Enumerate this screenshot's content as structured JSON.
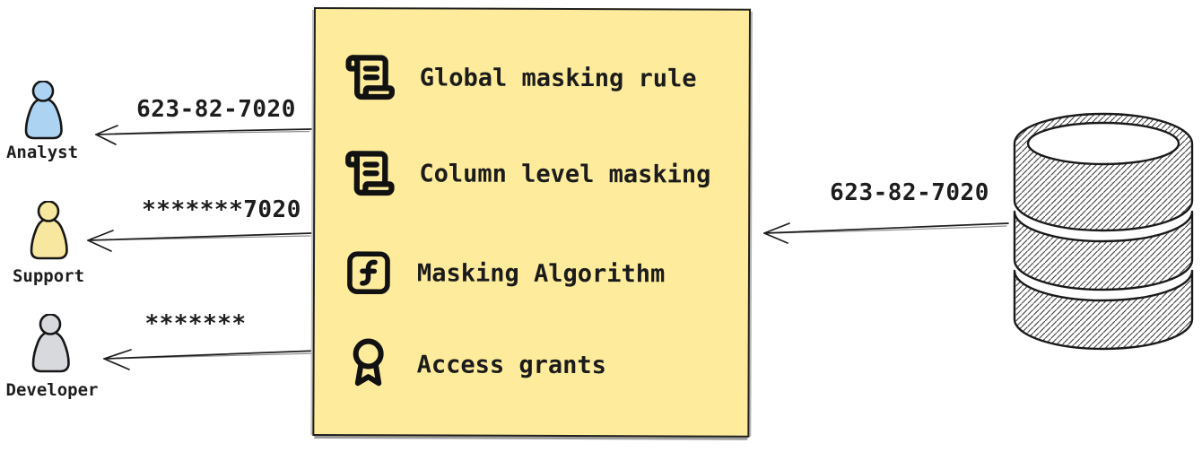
{
  "personas": [
    {
      "name": "Analyst",
      "icon": "user-icon",
      "fill": "#add3f2",
      "received_value": "623-82-7020"
    },
    {
      "name": "Support",
      "icon": "user-icon",
      "fill": "#f8e79e",
      "received_value": "*******7020"
    },
    {
      "name": "Developer",
      "icon": "user-icon",
      "fill": "#d7d9dc",
      "received_value": "*******"
    }
  ],
  "policy_box": {
    "fill": "#feec9c",
    "border_color": "#202020",
    "items": [
      {
        "icon": "scroll-text-icon",
        "label": "Global masking rule"
      },
      {
        "icon": "scroll-text-icon",
        "label": "Column level masking"
      },
      {
        "icon": "function-square-icon",
        "label": "Masking Algorithm"
      },
      {
        "icon": "award-icon",
        "label": "Access grants"
      }
    ]
  },
  "database": {
    "icon": "database-icon",
    "sent_value": "623-82-7020"
  },
  "colors": {
    "text": "#1d1d1d",
    "stroke": "#1a1a1a",
    "canvas_background": "#ffffff"
  }
}
